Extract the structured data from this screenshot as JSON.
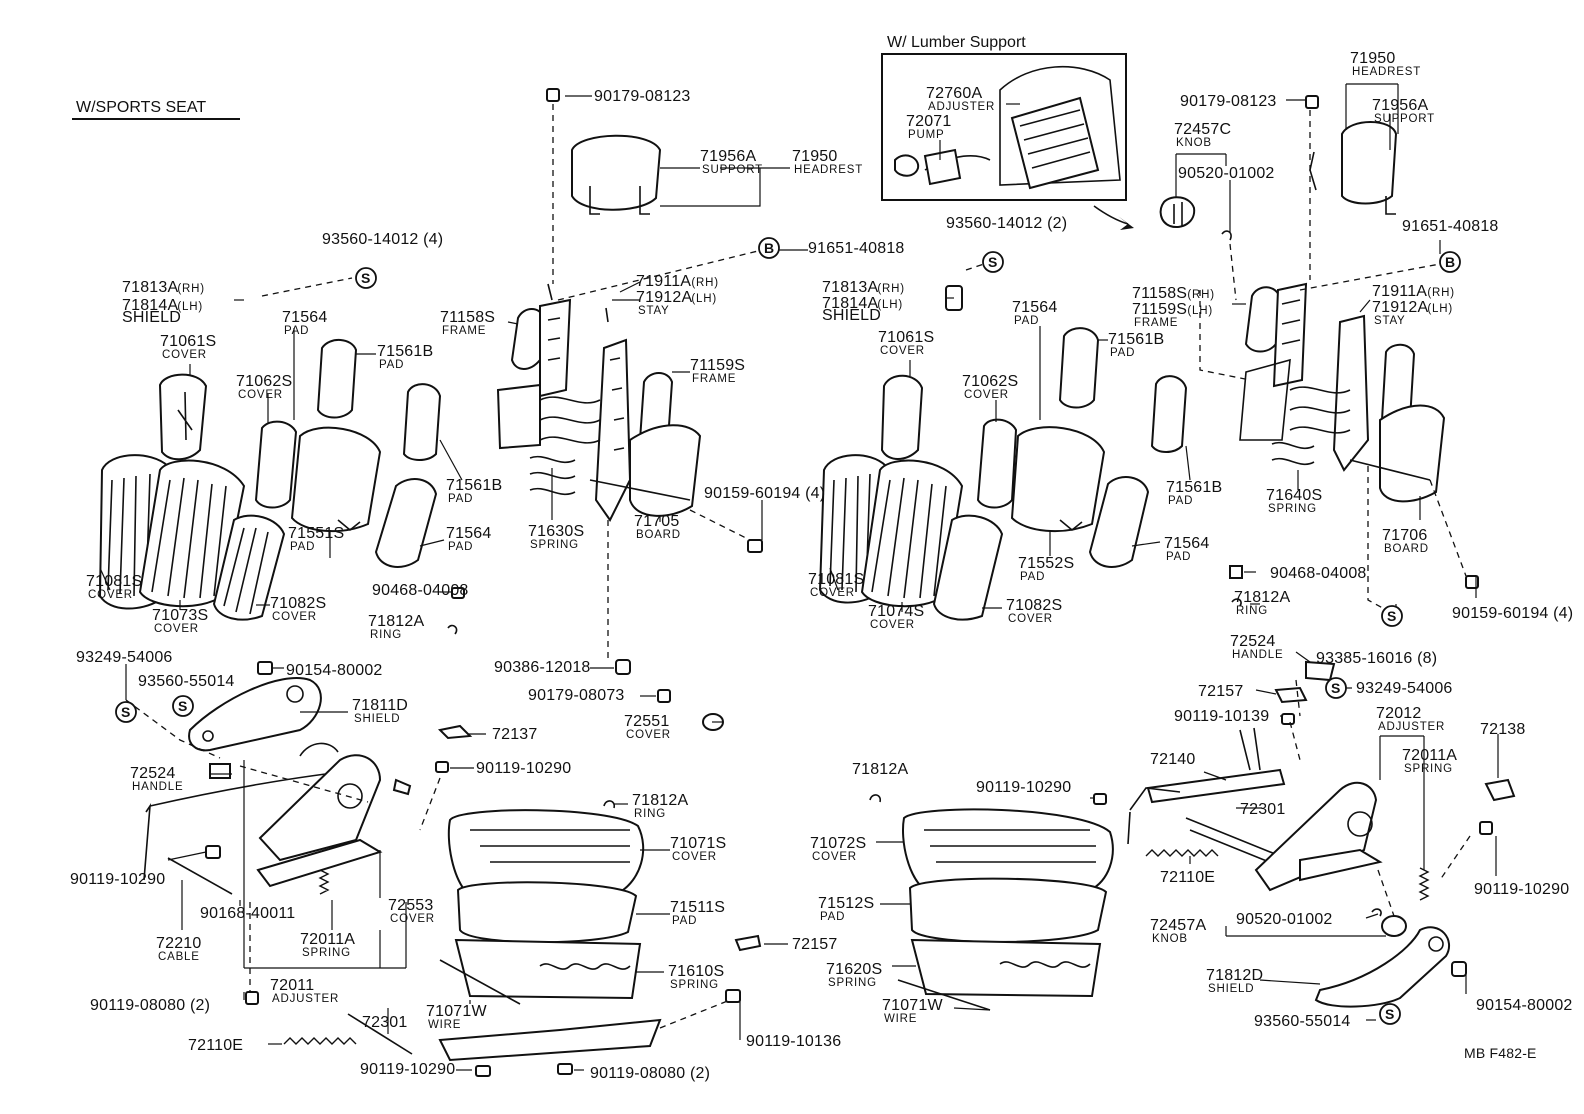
{
  "titles": {
    "left": "W/SPORTS SEAT",
    "lumbar": "W/ Lumber Support",
    "code": "MB  F482-E"
  },
  "labels": [
    {
      "id": "l1",
      "t": "93560-14012 (4)"
    },
    {
      "id": "l2",
      "t": "71813A",
      "s1": "(RH)"
    },
    {
      "id": "l3",
      "t": "71814A",
      "s1": "(LH)"
    },
    {
      "id": "l4",
      "t": "SHIELD"
    },
    {
      "id": "l5",
      "t": "71564",
      "s": "PAD"
    },
    {
      "id": "l6",
      "t": "71561B",
      "s": "PAD"
    },
    {
      "id": "l7",
      "t": "71061S",
      "s": "COVER"
    },
    {
      "id": "l8",
      "t": "71062S",
      "s": "COVER"
    },
    {
      "id": "l9",
      "t": "71561B",
      "s": "PAD"
    },
    {
      "id": "l10",
      "t": "71551S",
      "s": "PAD"
    },
    {
      "id": "l11",
      "t": "71564",
      "s": "PAD"
    },
    {
      "id": "l12",
      "t": "71081S",
      "s": "COVER"
    },
    {
      "id": "l13",
      "t": "71073S",
      "s": "COVER"
    },
    {
      "id": "l14",
      "t": "71082S",
      "s": "COVER"
    },
    {
      "id": "l15",
      "t": "90468-04008"
    },
    {
      "id": "l16",
      "t": "71812A",
      "s": "RING"
    },
    {
      "id": "l17",
      "t": "90179-08123"
    },
    {
      "id": "l18",
      "t": "71956A",
      "s": "SUPPORT"
    },
    {
      "id": "l19",
      "t": "71950",
      "s": "HEADREST"
    },
    {
      "id": "l20",
      "t": "91651-40818"
    },
    {
      "id": "l21",
      "t": "71911A",
      "s1": "(RH)"
    },
    {
      "id": "l22",
      "t": "71912A",
      "s1": "(LH)",
      "s": "STAY"
    },
    {
      "id": "l23",
      "t": "71158S",
      "s": "FRAME"
    },
    {
      "id": "l24",
      "t": "71159S",
      "s": "FRAME"
    },
    {
      "id": "l25",
      "t": "90159-60194 (4)"
    },
    {
      "id": "l26",
      "t": "71630S",
      "s": "SPRING"
    },
    {
      "id": "l27",
      "t": "71705",
      "s": "BOARD"
    },
    {
      "id": "l28",
      "t": "90386-12018"
    },
    {
      "id": "l29",
      "t": "90179-08073"
    },
    {
      "id": "l30",
      "t": "72551",
      "s": "COVER"
    },
    {
      "id": "l31",
      "t": "72137"
    },
    {
      "id": "l32",
      "t": "90119-10290"
    },
    {
      "id": "l33",
      "t": "71812A",
      "s": "RING"
    },
    {
      "id": "l34",
      "t": "71071S",
      "s": "COVER"
    },
    {
      "id": "l35",
      "t": "71511S",
      "s": "PAD"
    },
    {
      "id": "l36",
      "t": "72157"
    },
    {
      "id": "l37",
      "t": "71610S",
      "s": "SPRING"
    },
    {
      "id": "l38",
      "t": "90119-10136"
    },
    {
      "id": "l39",
      "t": "71071W",
      "s": "WIRE"
    },
    {
      "id": "l40",
      "t": "90119-08080 (2)"
    },
    {
      "id": "l41",
      "t": "90119-10290"
    },
    {
      "id": "l42",
      "t": "93249-54006"
    },
    {
      "id": "l43",
      "t": "90154-80002"
    },
    {
      "id": "l44",
      "t": "93560-55014"
    },
    {
      "id": "l45",
      "t": "71811D",
      "s": "SHIELD"
    },
    {
      "id": "l46",
      "t": "72524",
      "s": "HANDLE"
    },
    {
      "id": "l47",
      "t": "90119-10290"
    },
    {
      "id": "l48",
      "t": "90168-40011"
    },
    {
      "id": "l49",
      "t": "72210",
      "s": "CABLE"
    },
    {
      "id": "l50",
      "t": "72011A",
      "s": "SPRING"
    },
    {
      "id": "l51",
      "t": "72553",
      "s": "COVER"
    },
    {
      "id": "l52",
      "t": "72011",
      "s": "ADJUSTER"
    },
    {
      "id": "l53",
      "t": "90119-08080 (2)"
    },
    {
      "id": "l54",
      "t": "72301"
    },
    {
      "id": "l55",
      "t": "72110E"
    },
    {
      "id": "l56",
      "t": "72760A",
      "s": "ADJUSTER"
    },
    {
      "id": "l57",
      "t": "72071",
      "s": "PUMP"
    },
    {
      "id": "l58",
      "t": "93560-14012 (2)"
    },
    {
      "id": "l59",
      "t": "71813A",
      "s1": "(RH)"
    },
    {
      "id": "l60",
      "t": "71814A",
      "s1": "(LH)"
    },
    {
      "id": "l61",
      "t": "SHIELD"
    },
    {
      "id": "l62",
      "t": "71564",
      "s": "PAD"
    },
    {
      "id": "l63",
      "t": "71561B",
      "s": "PAD"
    },
    {
      "id": "l64",
      "t": "71061S",
      "s": "COVER"
    },
    {
      "id": "l65",
      "t": "71062S",
      "s": "COVER"
    },
    {
      "id": "l66",
      "t": "71561B",
      "s": "PAD"
    },
    {
      "id": "l67",
      "t": "71081S",
      "s": "COVER"
    },
    {
      "id": "l68",
      "t": "71074S",
      "s": "COVER"
    },
    {
      "id": "l69",
      "t": "71552S",
      "s": "PAD"
    },
    {
      "id": "l70",
      "t": "71082S",
      "s": "COVER"
    },
    {
      "id": "l71",
      "t": "71564",
      "s": "PAD"
    },
    {
      "id": "l72",
      "t": "71812A"
    },
    {
      "id": "l73",
      "t": "71072S",
      "s": "COVER"
    },
    {
      "id": "l74",
      "t": "71512S",
      "s": "PAD"
    },
    {
      "id": "l75",
      "t": "71620S",
      "s": "SPRING"
    },
    {
      "id": "l76",
      "t": "71071W",
      "s": "WIRE"
    },
    {
      "id": "l77",
      "t": "71950",
      "s": "HEADREST"
    },
    {
      "id": "l78",
      "t": "90179-08123"
    },
    {
      "id": "l79",
      "t": "71956A",
      "s": "SUPPORT"
    },
    {
      "id": "l80",
      "t": "72457C",
      "s": "KNOB"
    },
    {
      "id": "l81",
      "t": "90520-01002"
    },
    {
      "id": "l82",
      "t": "91651-40818"
    },
    {
      "id": "l83",
      "t": "71158S",
      "s1": "(RH)"
    },
    {
      "id": "l84",
      "t": "71159S",
      "s1": "(LH)",
      "s": "FRAME"
    },
    {
      "id": "l85",
      "t": "71911A",
      "s1": "(RH)"
    },
    {
      "id": "l86",
      "t": "71912A",
      "s1": "(LH)",
      "s": "STAY"
    },
    {
      "id": "l87",
      "t": "71640S",
      "s": "SPRING"
    },
    {
      "id": "l88",
      "t": "71706",
      "s": "BOARD"
    },
    {
      "id": "l89",
      "t": "90468-04008"
    },
    {
      "id": "l90",
      "t": "71812A",
      "s": "RING"
    },
    {
      "id": "l91",
      "t": "90159-60194 (4)"
    },
    {
      "id": "l92",
      "t": "72524",
      "s": "HANDLE"
    },
    {
      "id": "l93",
      "t": "93385-16016 (8)"
    },
    {
      "id": "l94",
      "t": "72157"
    },
    {
      "id": "l95",
      "t": "93249-54006"
    },
    {
      "id": "l96",
      "t": "90119-10139"
    },
    {
      "id": "l97",
      "t": "72012",
      "s": "ADJUSTER"
    },
    {
      "id": "l98",
      "t": "72011A",
      "s": "SPRING"
    },
    {
      "id": "l99",
      "t": "72138"
    },
    {
      "id": "l100",
      "t": "72140"
    },
    {
      "id": "l101",
      "t": "90119-10290"
    },
    {
      "id": "l102",
      "t": "72301"
    },
    {
      "id": "l103",
      "t": "72110E"
    },
    {
      "id": "l104",
      "t": "90119-10290"
    },
    {
      "id": "l105",
      "t": "90520-01002"
    },
    {
      "id": "l106",
      "t": "72457A",
      "s": "KNOB"
    },
    {
      "id": "l107",
      "t": "71812D",
      "s": "SHIELD"
    },
    {
      "id": "l108",
      "t": "90154-80002"
    },
    {
      "id": "l109",
      "t": "93560-55014"
    }
  ],
  "symbols": {
    "s": "S",
    "b": "B"
  }
}
